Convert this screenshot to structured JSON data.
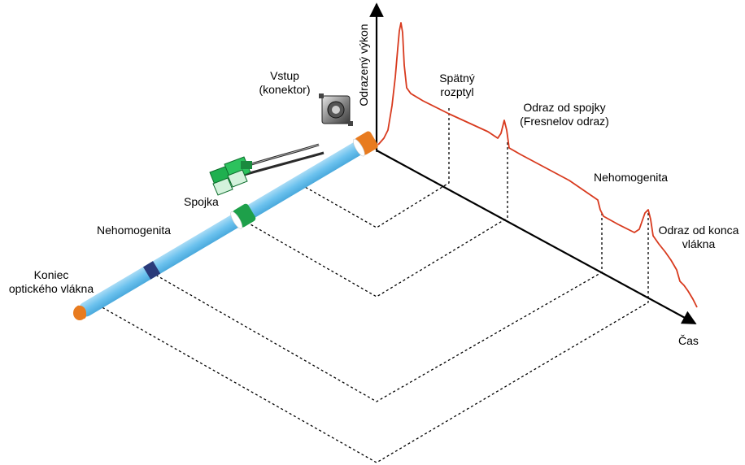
{
  "axes": {
    "y_label": "Odrazený výkon",
    "x_label": "Čas"
  },
  "labels": {
    "input": [
      "Vstup",
      "(konektor)"
    ],
    "backscatter": [
      "Spätný",
      "rozptyl"
    ],
    "splice_reflection": [
      "Odraz od spojky",
      "(Fresnelov odraz)"
    ],
    "inhomogeneity_trace": "Nehomogenita",
    "end_reflection": [
      "Odraz od konca",
      "vlákna"
    ],
    "splice": "Spojka",
    "inhomogeneity_fiber": "Nehomogenita",
    "fiber_end": [
      "Koniec",
      "optického vlákna"
    ]
  },
  "colors": {
    "trace": "#d83a1e",
    "fiber": "#70c6ef",
    "connector_orange": "#e87b1f",
    "splice_green": "#1ea04a",
    "defect_navy": "#2a3a7a",
    "axis": "#000000"
  }
}
